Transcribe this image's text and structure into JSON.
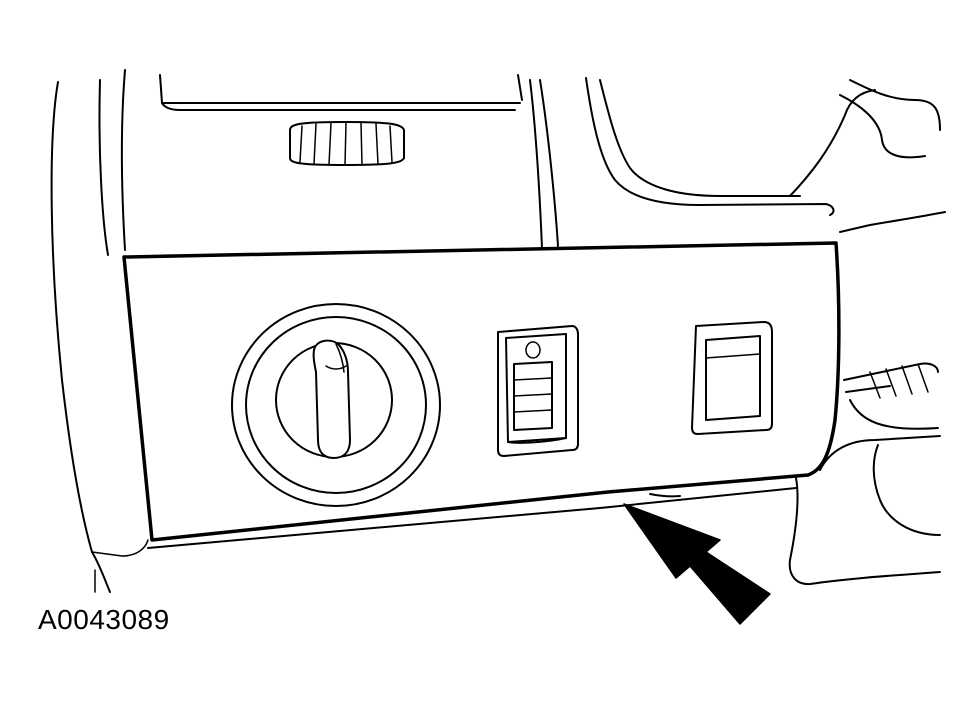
{
  "figure": {
    "id_label": "A0043089"
  },
  "icons": {
    "headlamp_switch": "headlamp-switch-knob",
    "dimmer_switch": "instrument-dimmer-switch",
    "rocker_switch": "rocker-switch",
    "pointer_arrow": "pointer-arrow"
  }
}
